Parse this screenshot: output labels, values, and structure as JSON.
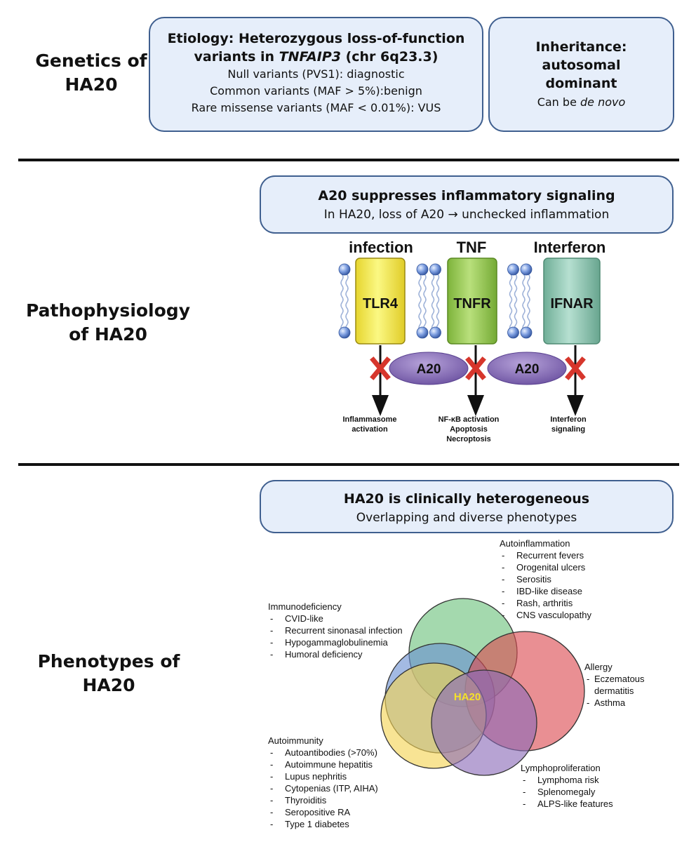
{
  "sections": {
    "genetics": [
      "Genetics of",
      "HA20"
    ],
    "pathophysiology": [
      "Pathophysiology",
      "of HA20"
    ],
    "phenotypes": [
      "Phenotypes of",
      "HA20"
    ]
  },
  "etiology": {
    "heading_line1": "Etiology: Heterozygous loss-of-function",
    "heading_line2_prefix": "variants in ",
    "gene": "TNFAIP3",
    "heading_line2_suffix": " (chr 6q23.3)",
    "lines": [
      "Null variants (PVS1): diagnostic",
      "Common variants (MAF > 5%):benign",
      "Rare missense variants (MAF < 0.01%): VUS"
    ]
  },
  "inheritance": {
    "lines": [
      "Inheritance:",
      "autosomal",
      "dominant"
    ],
    "note_prefix": "Can be ",
    "note_italic": "de novo"
  },
  "pathway_box": {
    "title": "A20 suppresses inflammatory signaling",
    "subtitle": "In HA20, loss of A20 → unchecked inflammation"
  },
  "stimuli": [
    "infection",
    "TNF",
    "Interferon"
  ],
  "receptors": [
    "TLR4",
    "TNFR",
    "IFNAR"
  ],
  "inhibitor": "A20",
  "outcomes": [
    [
      "Inflammasome",
      "activation"
    ],
    [
      "NF-κB activation",
      "Apoptosis",
      "Necroptosis"
    ],
    [
      "Interferon",
      "signaling"
    ]
  ],
  "phenotype_box": {
    "title": "HA20 is clinically heterogeneous",
    "subtitle": "Overlapping and diverse phenotypes"
  },
  "center_label": "HA20",
  "colors": {
    "green": "#6cc27c",
    "red": "#dc4a50",
    "blue": "#6b8fd2",
    "yellow": "#f3d353",
    "purple": "#8b6ab8",
    "center_label": "#f5e12a",
    "tlr4": "#f7f06a",
    "tnfr": "#9ccf4e",
    "ifnar": "#8fc9b4",
    "a20": "#8c6fba",
    "block_x": "#d6362c"
  },
  "groups": {
    "autoinflammation": {
      "title": "Autoinflammation",
      "items": [
        "Recurrent fevers",
        "Orogenital ulcers",
        "Serositis",
        "IBD-like disease",
        "Rash, arthritis",
        "CNS vasculopathy"
      ]
    },
    "immunodeficiency": {
      "title": "Immunodeficiency",
      "items": [
        "CVID-like",
        "Recurrent sinonasal infection",
        "Hypogammaglobulinemia",
        "Humoral deficiency"
      ]
    },
    "allergy": {
      "title": "Allergy",
      "items": [
        "Eczematous dermatitis",
        "Asthma"
      ]
    },
    "autoimmunity": {
      "title": "Autoimmunity",
      "items": [
        "Autoantibodies (>70%)",
        "Autoimmune hepatitis",
        "Lupus nephritis",
        "Cytopenias (ITP, AIHA)",
        "Thyroiditis",
        "Seropositive RA",
        "Type 1 diabetes"
      ]
    },
    "lymphoproliferation": {
      "title": "Lymphoproliferation",
      "items": [
        "Lymphoma risk",
        "Splenomegaly",
        "ALPS-like features"
      ]
    }
  }
}
